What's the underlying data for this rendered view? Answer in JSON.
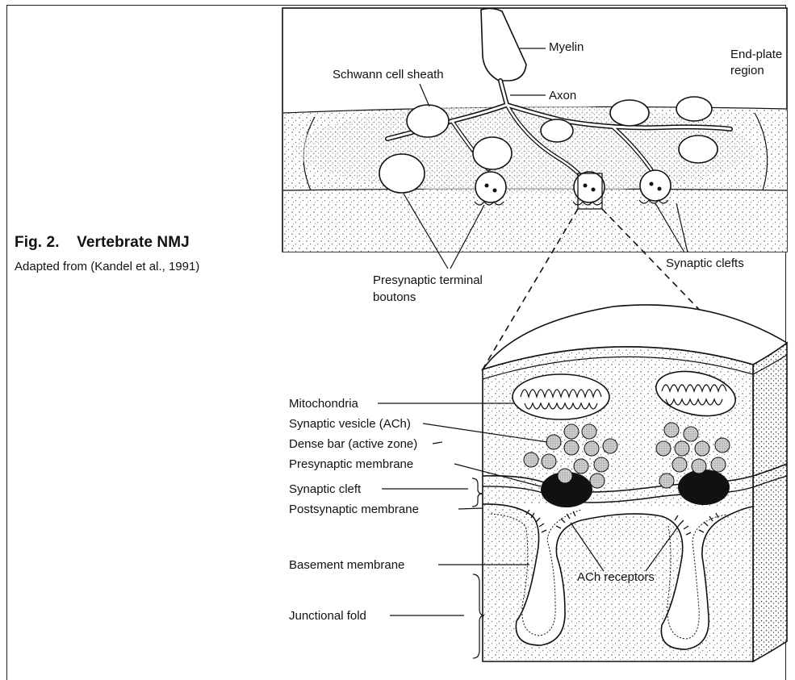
{
  "caption": {
    "title": "Fig. 2.    Vertebrate NMJ",
    "text": "Adapted from (Kandel et al., 1991)"
  },
  "top_panel": {
    "myelin": "Myelin",
    "axon": "Axon",
    "schwann": "Schwann cell sheath",
    "endplate_line1": "End-plate",
    "endplate_line2": "region",
    "presyn_line1": "Presynaptic terminal",
    "presyn_line2": "boutons",
    "synaptic_clefts": "Synaptic clefts"
  },
  "bottom_panel": {
    "mitochondria": "Mitochondria",
    "vesicle": "Synaptic vesicle (ACh)",
    "dense_bar": "Dense bar (active zone)",
    "presyn_membrane": "Presynaptic membrane",
    "synaptic_cleft": "Synaptic cleft",
    "postsyn_membrane": "Postsynaptic membrane",
    "basement_membrane": "Basement membrane",
    "ach_receptors": "ACh receptors",
    "junctional_fold": "Junctional fold"
  }
}
